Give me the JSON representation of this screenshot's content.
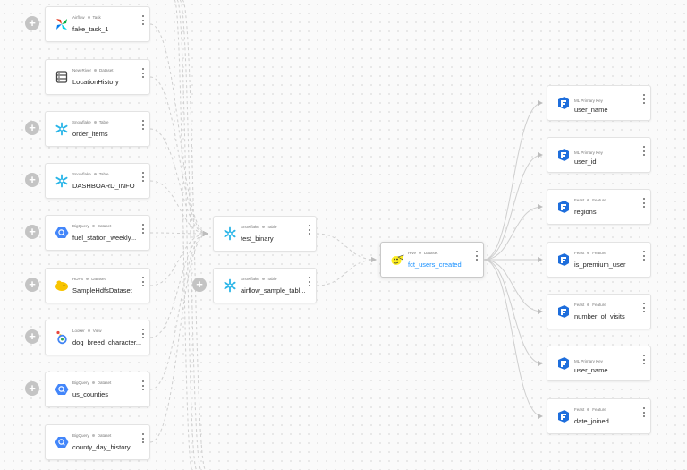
{
  "upstream_nodes": [
    {
      "platform": "Airflow",
      "type": "Task",
      "name": "fake_task_1",
      "icon": "airflow-icon"
    },
    {
      "platform": "New-River",
      "type": "Dataset",
      "name": "LocationHistory",
      "icon": "database-icon"
    },
    {
      "platform": "Snowflake",
      "type": "Table",
      "name": "order_items",
      "icon": "snowflake-icon"
    },
    {
      "platform": "Snowflake",
      "type": "Table",
      "name": "DASHBOARD_INFO",
      "icon": "snowflake-icon"
    },
    {
      "platform": "BigQuery",
      "type": "Dataset",
      "name": "fuel_station_weekly...",
      "icon": "bigquery-icon"
    },
    {
      "platform": "HDFS",
      "type": "Dataset",
      "name": "SampleHdfsDataset",
      "icon": "hdfs-icon"
    },
    {
      "platform": "Looker",
      "type": "View",
      "name": "dog_breed_character...",
      "icon": "looker-icon"
    },
    {
      "platform": "BigQuery",
      "type": "Dataset",
      "name": "us_counties",
      "icon": "bigquery-icon"
    },
    {
      "platform": "BigQuery",
      "type": "Dataset",
      "name": "county_day_history",
      "icon": "bigquery-icon"
    }
  ],
  "middle_nodes": [
    {
      "platform": "Snowflake",
      "type": "Table",
      "name": "test_binary",
      "icon": "snowflake-icon"
    },
    {
      "platform": "Snowflake",
      "type": "Table",
      "name": "airflow_sample_tabl...",
      "icon": "snowflake-icon"
    }
  ],
  "center_node": {
    "platform": "Hive",
    "type": "Dataset",
    "name": "fct_users_created",
    "icon": "hive-icon"
  },
  "downstream_nodes": [
    {
      "platform": "",
      "type": "ML Primary Key",
      "name": "user_name",
      "icon": "feast-icon"
    },
    {
      "platform": "",
      "type": "ML Primary Key",
      "name": "user_id",
      "icon": "feast-icon"
    },
    {
      "platform": "Feast",
      "type": "Feature",
      "name": "regions",
      "icon": "feast-icon"
    },
    {
      "platform": "Feast",
      "type": "Feature",
      "name": "is_premium_user",
      "icon": "feast-icon"
    },
    {
      "platform": "Feast",
      "type": "Feature",
      "name": "number_of_visits",
      "icon": "feast-icon"
    },
    {
      "platform": "",
      "type": "ML Primary Key",
      "name": "user_name",
      "icon": "feast-icon"
    },
    {
      "platform": "Feast",
      "type": "Feature",
      "name": "date_joined",
      "icon": "feast-icon"
    }
  ],
  "expand_symbol": "+",
  "colors": {
    "accent": "#1890ff",
    "edge": "#cfcfcf",
    "expand": "#c4c4c4"
  }
}
